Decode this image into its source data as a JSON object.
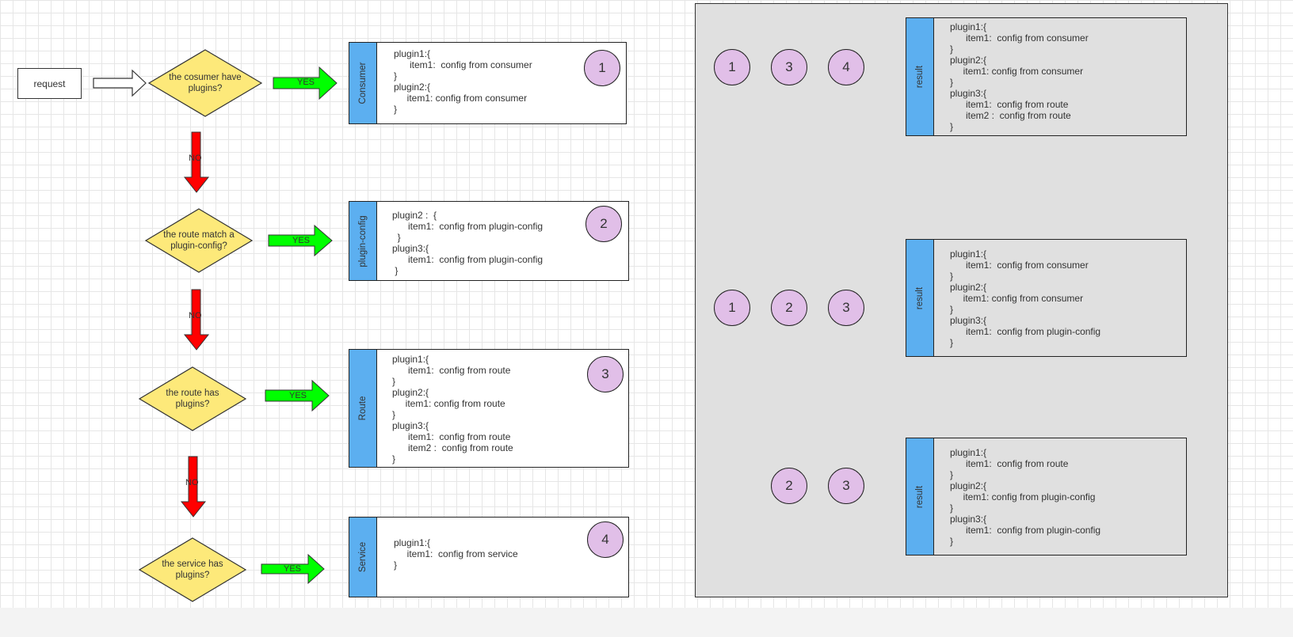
{
  "request": {
    "label": "request"
  },
  "decisions": [
    {
      "label": "the cosumer have\nplugins?",
      "yes_label": "YES",
      "no_label": "NO"
    },
    {
      "label": "the route match a\nplugin-config?",
      "yes_label": "YES",
      "no_label": "NO"
    },
    {
      "label": "the route has\nplugins?",
      "yes_label": "YES",
      "no_label": "NO"
    },
    {
      "label": "the service has\nplugins?",
      "yes_label": "YES"
    }
  ],
  "panels": [
    {
      "tab": "Consumer",
      "number": "1",
      "lines": [
        "plugin1:{",
        "      item1:  config from consumer",
        "}",
        "plugin2:{",
        "     item1: config from consumer",
        "}"
      ]
    },
    {
      "tab": "plugin-config",
      "number": "2",
      "lines": [
        "plugin2 :  {",
        "      item1:  config from plugin-config",
        "  }",
        "plugin3:{",
        "      item1:  config from plugin-config",
        " }"
      ]
    },
    {
      "tab": "Route",
      "number": "3",
      "lines": [
        "plugin1:{",
        "      item1:  config from route",
        "}",
        "plugin2:{",
        "     item1: config from route",
        "}",
        "plugin3:{",
        "      item1:  config from route",
        "      item2 :  config from route",
        "}"
      ]
    },
    {
      "tab": "Service",
      "number": "4",
      "lines": [
        "plugin1:{",
        "     item1:  config from service",
        "}"
      ]
    }
  ],
  "results": [
    {
      "circles": [
        "1",
        "3",
        "4"
      ],
      "tab": "result",
      "lines": [
        "plugin1:{",
        "      item1:  config from consumer",
        "}",
        "plugin2:{",
        "     item1: config from consumer",
        "}",
        "plugin3:{",
        "      item1:  config from route",
        "      item2 :  config from route",
        "}"
      ]
    },
    {
      "circles": [
        "1",
        "2",
        "3"
      ],
      "tab": "result",
      "lines": [
        "plugin1:{",
        "      item1:  config from consumer",
        "}",
        "plugin2:{",
        "     item1: config from consumer",
        "}",
        "plugin3:{",
        "      item1:  config from plugin-config",
        "}"
      ]
    },
    {
      "circles": [
        "2",
        "3"
      ],
      "tab": "result",
      "lines": [
        "plugin1:{",
        "      item1:  config from route",
        "}",
        "plugin2:{",
        "     item1: config from plugin-config",
        "}",
        "plugin3:{",
        "      item1:  config from plugin-config",
        "}"
      ]
    }
  ],
  "colors": {
    "yes_arrow": "#00ff00",
    "no_arrow": "#ff0000",
    "diamond": "#fde97a",
    "tab": "#5caff0",
    "circle": "#e1bfe8",
    "region": "#e0e0e0"
  }
}
